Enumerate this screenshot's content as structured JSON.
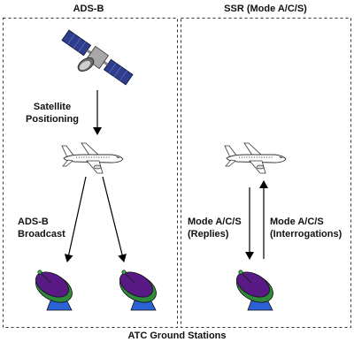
{
  "panels": {
    "left": {
      "title": "ADS-B"
    },
    "right": {
      "title": "SSR (Mode A/C/S)"
    }
  },
  "labels": {
    "satellite_line1": "Satellite",
    "satellite_line2": "Positioning",
    "broadcast_line1": "ADS-B",
    "broadcast_line2": "Broadcast",
    "replies_line1": "Mode A/C/S",
    "replies_line2": "(Replies)",
    "interrogations_line1": "Mode A/C/S",
    "interrogations_line2": "(Interrogations)",
    "footer": "ATC Ground Stations"
  },
  "icons": {
    "satellite": "satellite-icon",
    "aircraft": "aircraft-icon",
    "antenna": "radar-dish-icon"
  },
  "colors": {
    "dish_purple": "#5a1a86",
    "dish_green": "#2f8a3c",
    "dish_base": "#2a62d6",
    "border": "#333333"
  }
}
